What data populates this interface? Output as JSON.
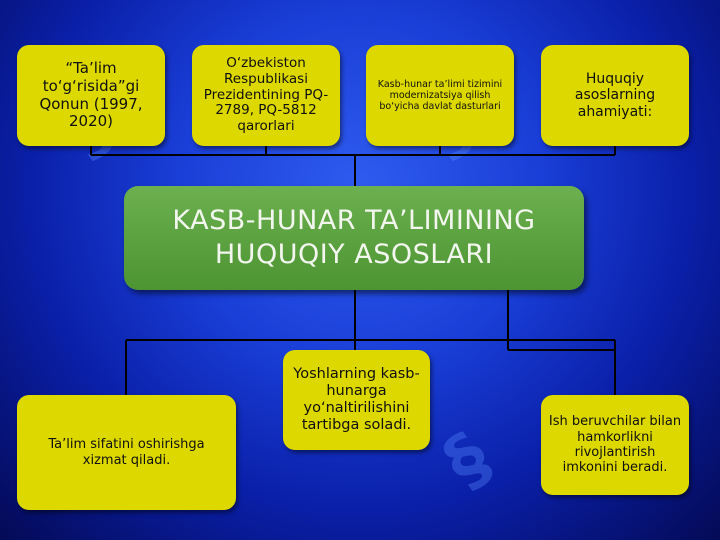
{
  "center": {
    "title": "KASB-HUNAR TA’LIMINING HUQUQIY ASOSLARI"
  },
  "top_boxes": [
    {
      "text": "“Ta’lim to‘g‘risida”gi Qonun (1997, 2020)"
    },
    {
      "text": "O‘zbekiston Respublikasi Prezidentining PQ-2789, PQ-5812 qarorlari"
    },
    {
      "text": "Kasb-hunar ta’limi tizimini modernizatsiya qilish bo‘yicha davlat dasturlari"
    },
    {
      "text": "Huquqiy asoslarning ahamiyati:"
    }
  ],
  "bottom_boxes": [
    {
      "text": "Ta’lim sifatini oshirishga xizmat qiladi."
    },
    {
      "text": "Yoshlarning kasb-hunarga yo‘naltirilishini tartibga soladi."
    },
    {
      "text": "Ish beruvchilar bilan hamkorlikni rivojlantirish imkonini beradi."
    }
  ],
  "colors": {
    "box_fill": "#dcd800",
    "center_fill": "#5aa23f",
    "background": "#1a3fd8",
    "connector": "#000000"
  }
}
